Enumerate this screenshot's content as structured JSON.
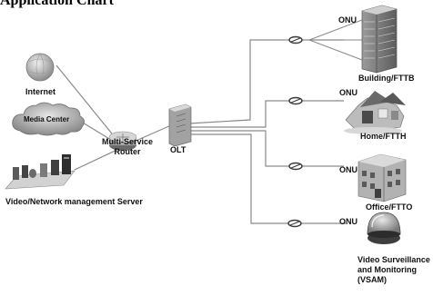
{
  "title": "Application Chart",
  "labels": {
    "internet": "Internet",
    "media_center": "Media Center",
    "router_line1": "Multi-Service",
    "router_line2": "Router",
    "olt": "OLT",
    "server": "Video/Network management Server",
    "onu": "ONU",
    "building": "Building/FTTB",
    "home": "Home/FTTH",
    "office": "Office/FTTO",
    "vsam_line1": "Video Surveillance",
    "vsam_line2": "and Monitoring",
    "vsam_line3": "(VSAM)"
  },
  "icons": {
    "internet": "globe-icon",
    "media_center": "cloud-icon",
    "router": "router-icon",
    "olt": "olt-switch-icon",
    "server": "server-rack-icon",
    "splitter": "fiber-coil-icon",
    "building": "office-tower-icon",
    "home": "house-icon",
    "office": "office-building-icon",
    "camera": "dome-camera-icon"
  },
  "colors": {
    "line": "#8a8a8a",
    "device_dark": "#5a5a5a",
    "device_light": "#c8c8c8"
  }
}
